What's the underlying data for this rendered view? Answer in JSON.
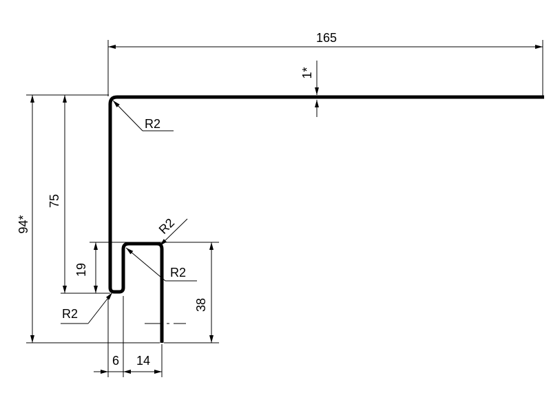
{
  "drawing": {
    "dimensions": {
      "width_total": "165",
      "thickness": "1*",
      "height_total": "94*",
      "height_upper": "75",
      "height_hook": "19",
      "height_return": "38",
      "gap_width": "6",
      "channel_width": "14"
    },
    "radii": {
      "top_corner": "R2",
      "channel_top": "R2",
      "channel_inner": "R2",
      "bottom_bend": "R2"
    },
    "colors": {
      "line": "#000000",
      "background": "#ffffff"
    }
  }
}
